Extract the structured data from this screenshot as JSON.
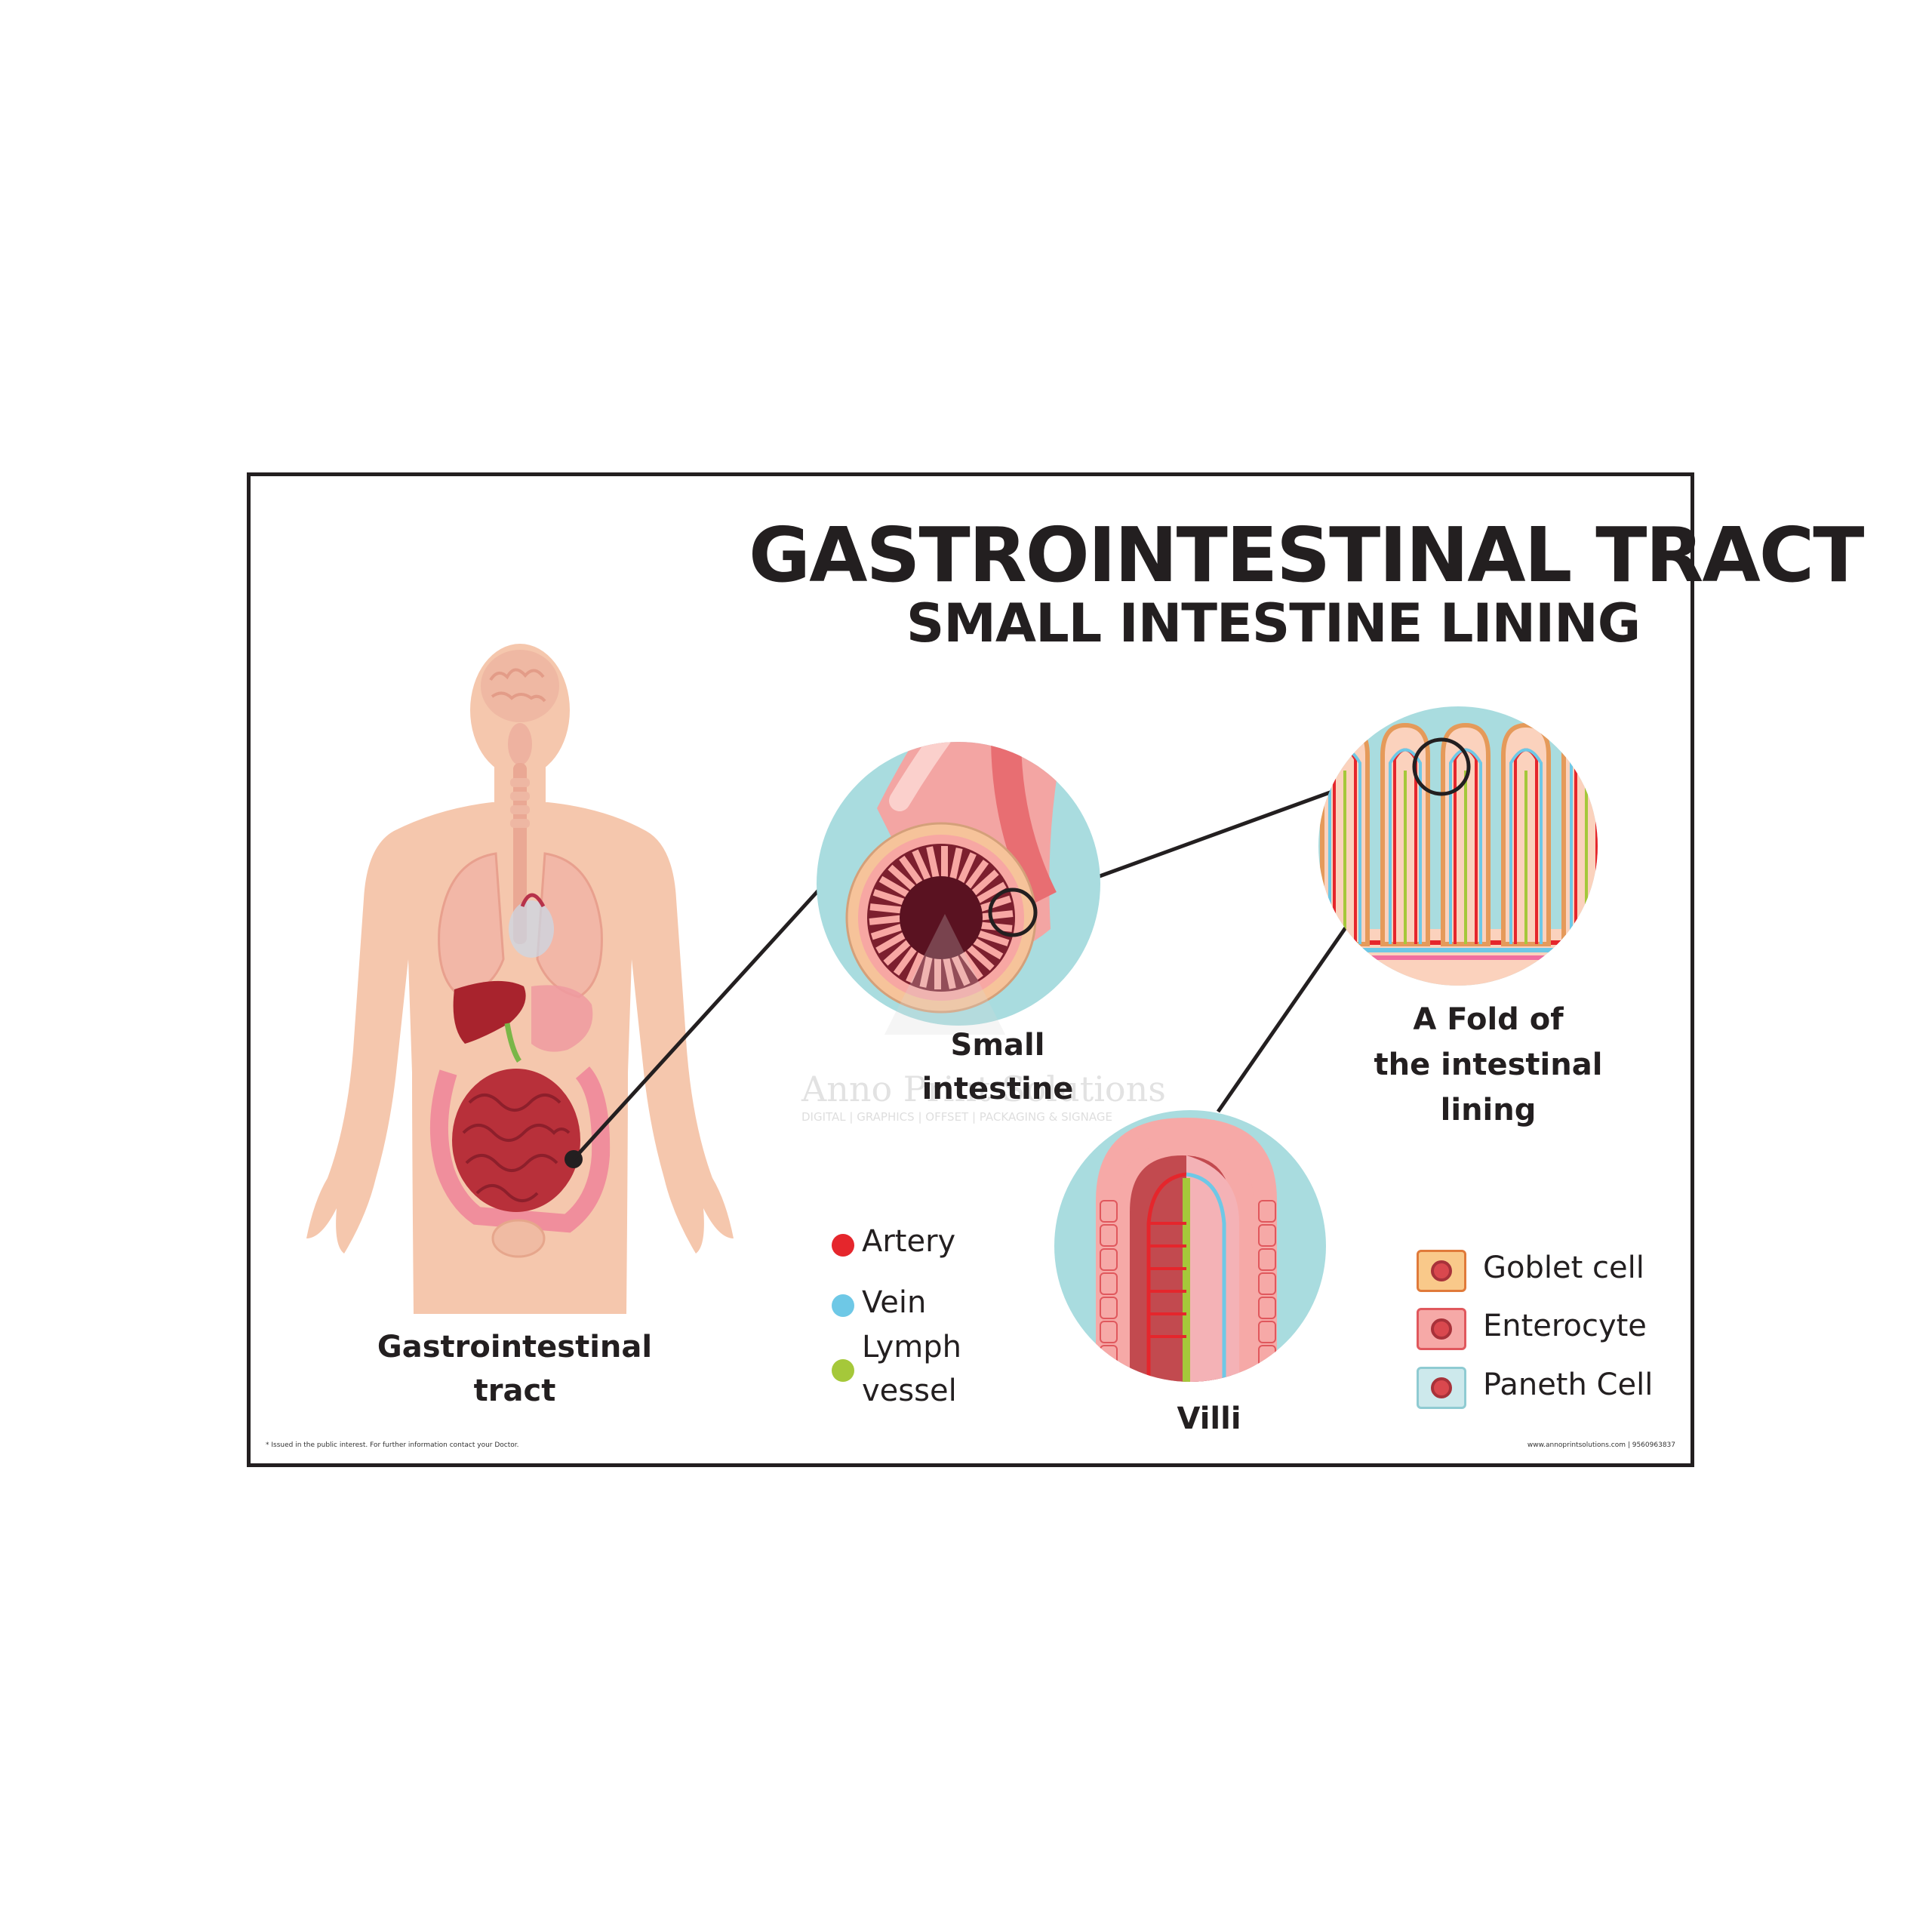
{
  "header": {
    "title": "GASTROINTESTINAL TRACT",
    "subtitle": "SMALL INTESTINE LINING"
  },
  "labels": {
    "gi_tract_line1": "Gastrointestinal",
    "gi_tract_line2": "tract",
    "small_intestine_line1": "Small",
    "small_intestine_line2": "intestine",
    "fold_line1": "A Fold of",
    "fold_line2": "the intestinal",
    "fold_line3": "lining",
    "villi": "Villi"
  },
  "vessel_legend": [
    {
      "label": "Artery",
      "color": "#e5262c"
    },
    {
      "label": "Vein",
      "color": "#6ec8e6"
    },
    {
      "label": "Lymph vessel",
      "line1": "Lymph",
      "line2": "vessel",
      "color": "#a5c83a"
    }
  ],
  "cell_legend": [
    {
      "label": "Goblet cell",
      "fill": "#f9c98a",
      "border": "#e07a3a"
    },
    {
      "label": "Enterocyte",
      "fill": "#f6a9a7",
      "border": "#e0585d"
    },
    {
      "label": "Paneth Cell",
      "fill": "#cde9ec",
      "border": "#8fcbd2"
    }
  ],
  "footer": {
    "left_note": "* Issued in the public interest. For further information contact your Doctor.",
    "right_note": "www.annoprintsolutions.com | 9560963837"
  },
  "watermark": {
    "brand": "Anno Print Solutions",
    "tagline": "DIGITAL | GRAPHICS | OFFSET | PACKAGING & SIGNAGE"
  },
  "colors": {
    "body_skin": "#f5c7ad",
    "intestine_red": "#b8303a",
    "circle_bg": "#a9dcdf",
    "outline": "#231f20"
  }
}
